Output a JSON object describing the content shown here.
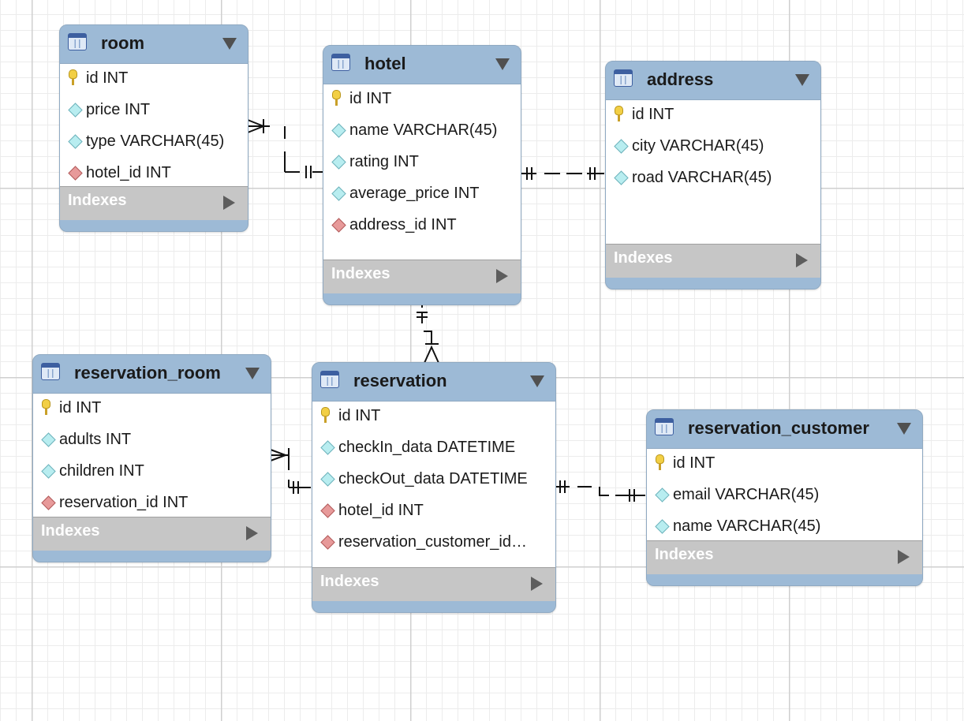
{
  "tables": {
    "room": {
      "name": "room",
      "columns": [
        "id INT",
        "price INT",
        "type VARCHAR(45)",
        "hotel_id INT"
      ],
      "indexes_label": "Indexes"
    },
    "hotel": {
      "name": "hotel",
      "columns": [
        "id INT",
        "name VARCHAR(45)",
        "rating INT",
        "average_price INT",
        "address_id INT"
      ],
      "indexes_label": "Indexes"
    },
    "address": {
      "name": "address",
      "columns": [
        "id INT",
        "city VARCHAR(45)",
        "road VARCHAR(45)"
      ],
      "indexes_label": "Indexes"
    },
    "reservation_room": {
      "name": "reservation_room",
      "columns": [
        "id INT",
        "adults INT",
        "children INT",
        "reservation_id INT"
      ],
      "indexes_label": "Indexes"
    },
    "reservation": {
      "name": "reservation",
      "columns": [
        "id INT",
        "checkIn_data DATETIME",
        "checkOut_data DATETIME",
        "hotel_id INT",
        "reservation_customer_id…"
      ],
      "indexes_label": "Indexes"
    },
    "reservation_customer": {
      "name": "reservation_customer",
      "columns": [
        "id INT",
        "email VARCHAR(45)",
        "name VARCHAR(45)"
      ],
      "indexes_label": "Indexes"
    }
  },
  "colors": {
    "header": "#9dbad6",
    "indexes": "#c6c6c6",
    "grid": "#cfcfcf"
  }
}
